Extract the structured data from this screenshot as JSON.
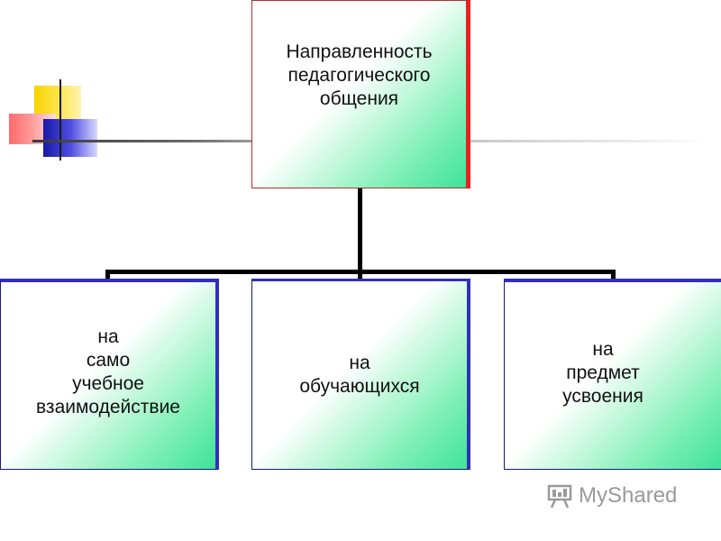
{
  "diagram": {
    "root": {
      "text": "Направленность\nпедагогического\nобщения"
    },
    "children": [
      {
        "text": "на\nсамо\nучебное\nвзаимодействие"
      },
      {
        "text": "на\nобучающихся"
      },
      {
        "text": "на\nпредмет\nусвоения"
      }
    ]
  },
  "watermark": {
    "text": "MyShared"
  },
  "colors": {
    "box_gradient_end": "#3ee29a",
    "top_box_edge": "#e82020",
    "bottom_box_edge": "#3030b8",
    "connector": "#000000"
  }
}
